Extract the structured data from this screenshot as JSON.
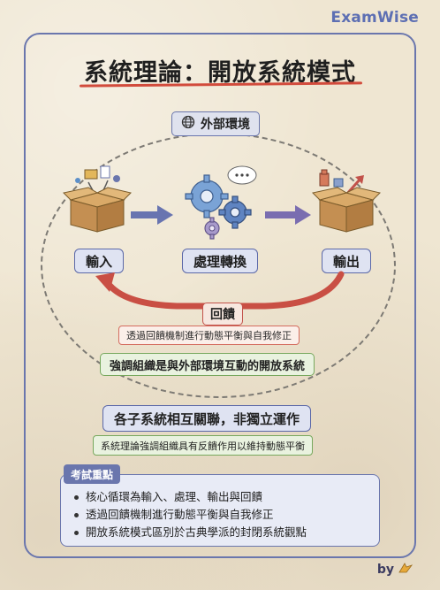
{
  "brand": "ExamWise",
  "title": "系統理論：開放系統模式",
  "environment": {
    "label": "外部環境",
    "icon": "globe-icon"
  },
  "stages": {
    "input": "輸入",
    "process": "處理轉換",
    "output": "輸出"
  },
  "feedback": {
    "label": "回饋",
    "description": "透過回饋機制進行動態平衡與自我修正"
  },
  "open_note": "強調組織是與外部環境互動的開放系統",
  "subsystems": {
    "title": "各子系統相互關聯，非獨立運作",
    "description": "系統理論強調組織具有反饋作用以維持動態平衡"
  },
  "exam_points": {
    "tag": "考試重點",
    "items": [
      "核心循環為輸入、處理、輸出與回饋",
      "透過回饋機制進行動態平衡與自我修正",
      "開放系統模式區別於古典學派的封閉系統觀點"
    ]
  },
  "footer": {
    "by": "by"
  },
  "colors": {
    "accent": "#6a76ad",
    "feedback": "#c2524a",
    "green": "#77a85d",
    "title_underline": "#d24b3c"
  }
}
